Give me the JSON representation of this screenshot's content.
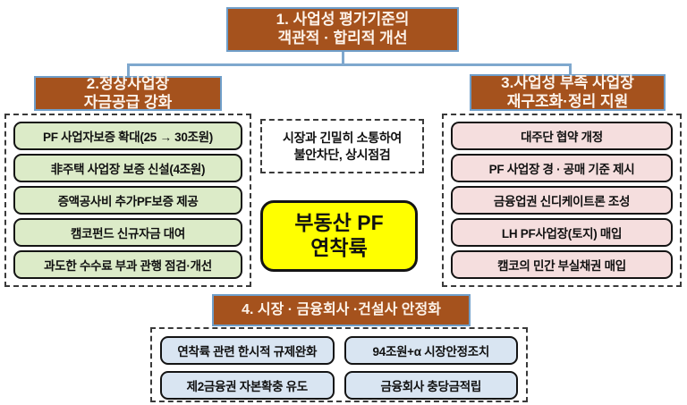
{
  "diagram_title": "부동산 PF 연착륙",
  "colors": {
    "header_bg": "#a5521d",
    "header_border": "#6f9ec9",
    "header_text": "#fdf3ea",
    "connector": "#7fa8ce",
    "green_fill": "#dcebc8",
    "pink_fill": "#f5dede",
    "blue_fill": "#d9e5f2",
    "yellow_fill": "#ffff00"
  },
  "boxes": {
    "box1": {
      "line1": "1. 사업성 평가기준의",
      "line2": "객관적 · 합리적 개선"
    },
    "box2": {
      "line1": "2.정상사업장",
      "line2": "자금공급 강화"
    },
    "box3": {
      "line1": "3.사업성 부족 사업장",
      "line2": "재구조화·정리 지원"
    },
    "box4": {
      "label": "4. 시장 · 금융회사 ·건설사 안정화"
    },
    "center_note": {
      "line1": "시장과 긴밀히 소통하여",
      "line2": "불안차단, 상시점검"
    },
    "core": {
      "line1": "부동산 PF",
      "line2": "연착륙"
    }
  },
  "left_panel": {
    "items": [
      "PF 사업자보증 확대(25 → 30조원)",
      "非주택 사업장 보증 신설(4조원)",
      "증액공사비 추가PF보증 제공",
      "캠코펀드 신규자금 대여",
      "과도한 수수료 부과 관행 점검·개선"
    ]
  },
  "right_panel": {
    "items": [
      "대주단 협약 개정",
      "PF 사업장 경 · 공매 기준 제시",
      "금융업권 신디케이트론 조성",
      "LH PF사업장(토지) 매입",
      "캠코의 민간 부실채권 매입"
    ]
  },
  "bottom_panel": {
    "items": [
      "연착륙 관련 한시적 규제완화",
      "94조원+α 시장안정조치",
      "제2금융권 자본확충 유도",
      "금융회사 충당금적립"
    ]
  }
}
